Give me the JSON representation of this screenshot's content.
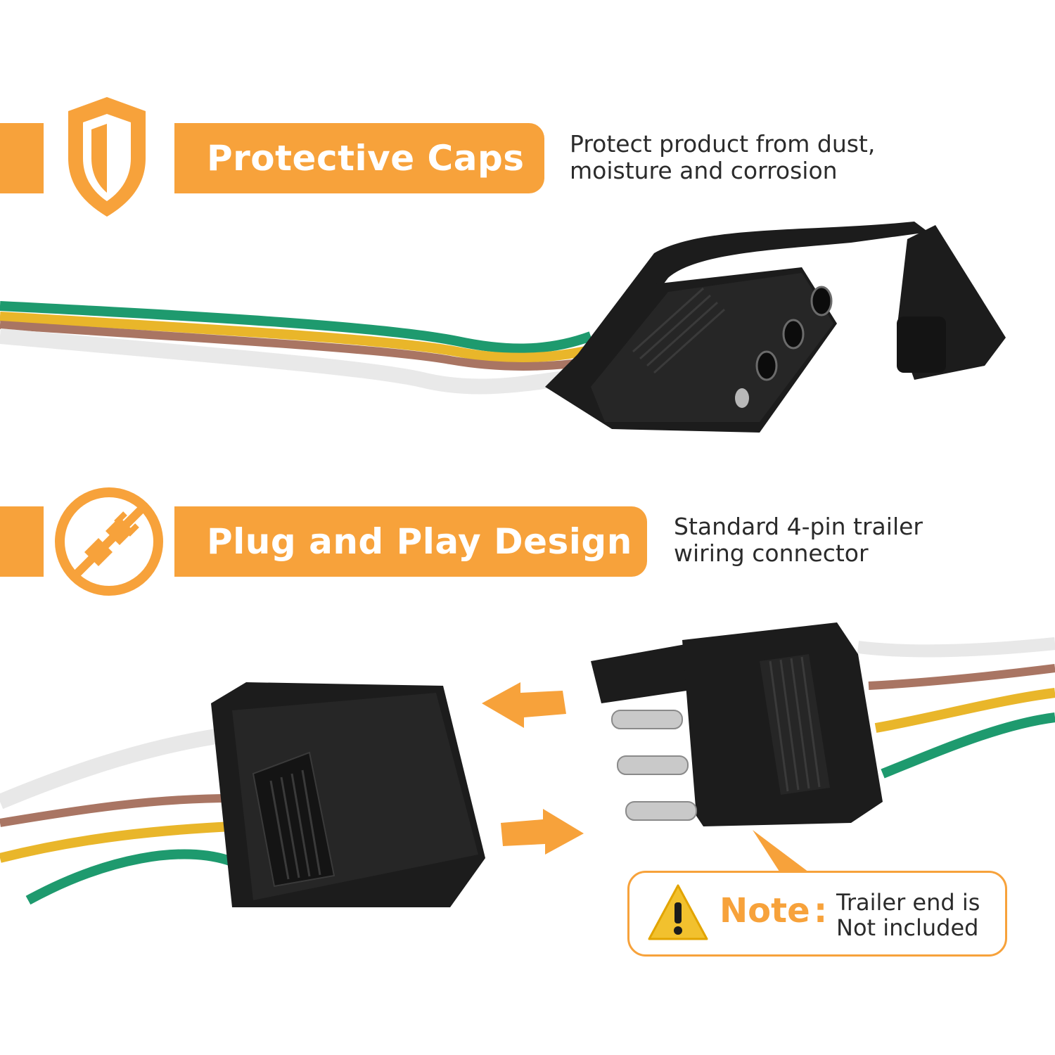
{
  "features": [
    {
      "title": "Protective Caps",
      "description": "Protect product from dust,\nmoisture and corrosion",
      "icon": "shield-icon"
    },
    {
      "title": "Plug and Play Design",
      "description": "Standard 4-pin trailer\nwiring connector",
      "icon": "plug-icon"
    }
  ],
  "note": {
    "label": "Note",
    "text": "Trailer end is\nNot included",
    "icon": "warning-icon"
  },
  "colors": {
    "accent": "#F7A23B",
    "wire_white": "#F2F2F2",
    "wire_brown": "#A97563",
    "wire_yellow": "#E9B62A",
    "wire_green": "#1E9A6E",
    "connector": "#1C1C1C"
  }
}
